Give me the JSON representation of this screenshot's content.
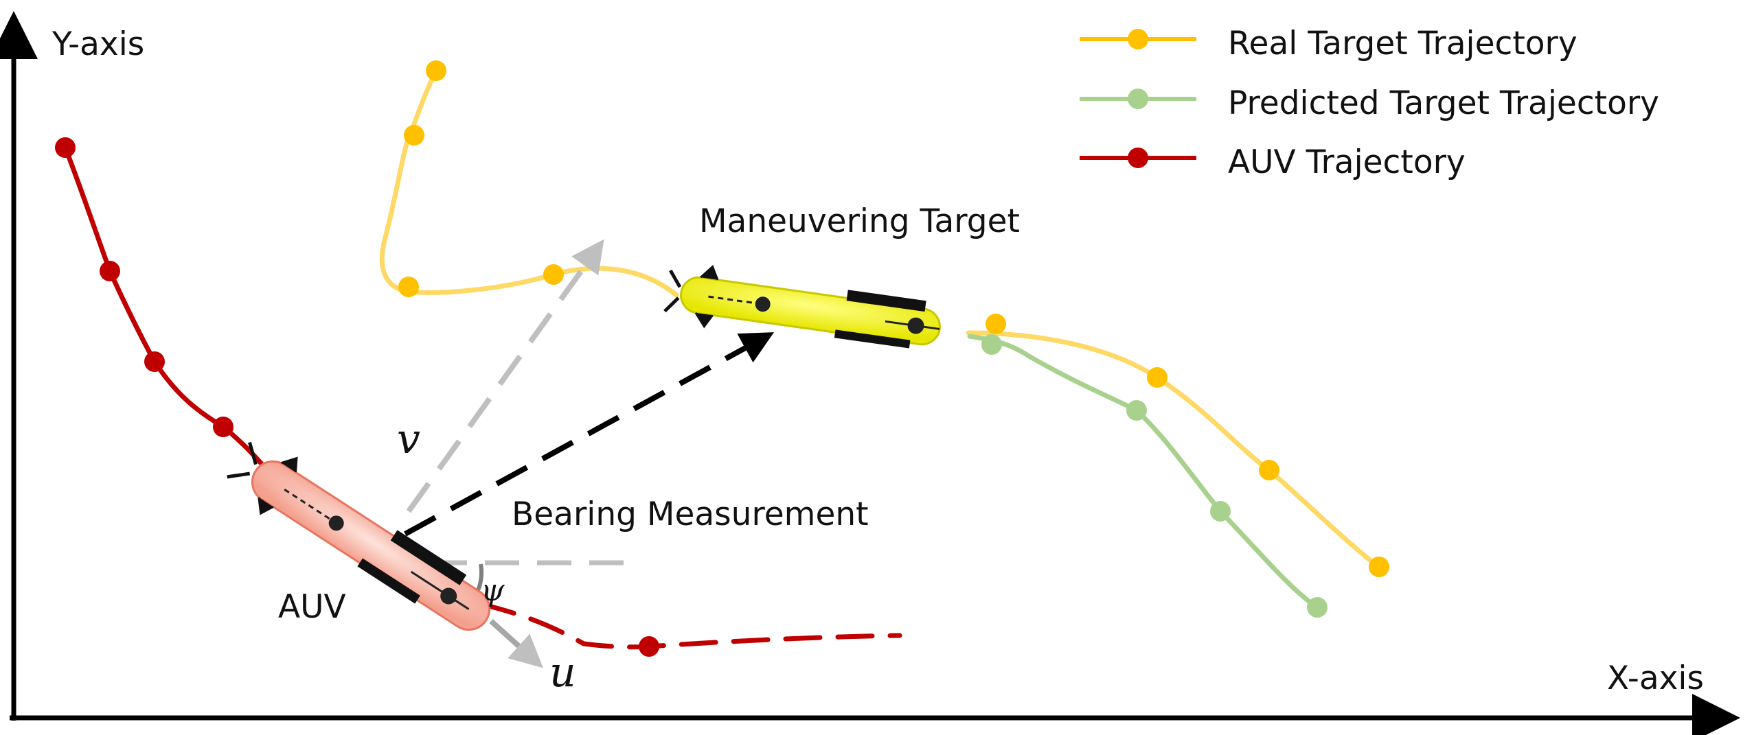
{
  "axes": {
    "x_label": "X-axis",
    "y_label": "Y-axis"
  },
  "legend": [
    {
      "label": "Real Target Trajectory",
      "color": "#FFC000"
    },
    {
      "label": "Predicted Target Trajectory",
      "color": "#A9D18E"
    },
    {
      "label": "AUV Trajectory",
      "color": "#C00000"
    }
  ],
  "labels": {
    "target": "Maneuvering Target",
    "bearing": "Bearing Measurement",
    "auv": "AUV",
    "v": "v",
    "u": "u",
    "psi": "ψ"
  },
  "colors": {
    "real_line": "#FFD966",
    "real_marker": "#FFC000",
    "pred_line": "#A9D18E",
    "pred_marker": "#A9D18E",
    "auv_line": "#C00000",
    "auv_marker": "#C00000",
    "target_body": "#FFFF00",
    "auv_body": "#F8B4A4",
    "arrow_gray": "#BFBFBF",
    "arrow_black": "#000000"
  }
}
